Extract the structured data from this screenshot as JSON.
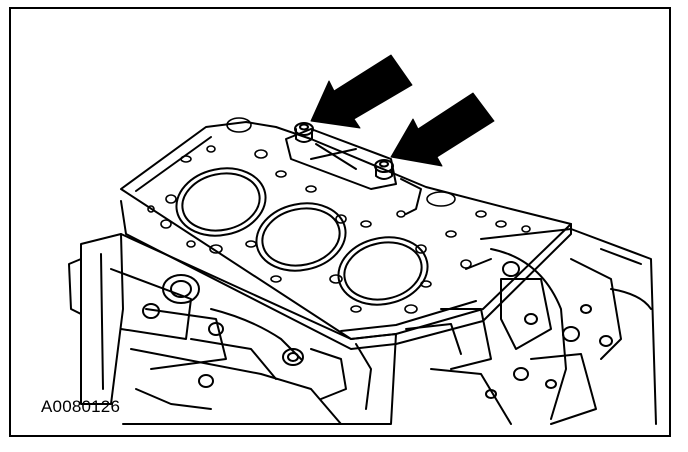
{
  "figure": {
    "id_label": "A0080126",
    "line_color": "#000000",
    "background_color": "#ffffff",
    "arrow_count": 2,
    "cylinder_bores": 3
  }
}
